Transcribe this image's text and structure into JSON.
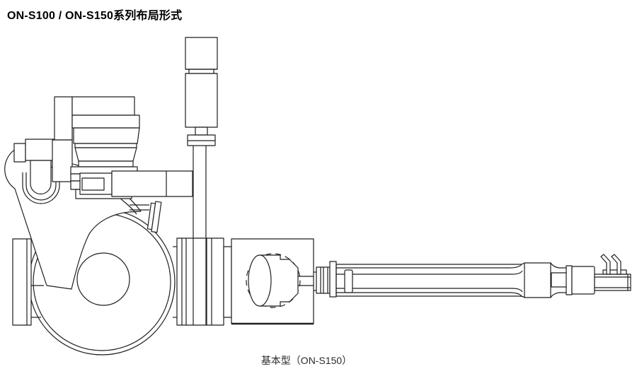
{
  "page": {
    "title": "ON-S100 / ON-S150系列布局形式",
    "caption": "基本型（ON-S150）"
  },
  "diagram": {
    "kind": "technical-line-drawing",
    "ink_color": "#1f1f1f",
    "background_color": "#ffffff",
    "parts": [
      "swing-body-drum",
      "inlet-flange-left",
      "pivot-arm-plate",
      "pivot-pin",
      "drive-unit-stack",
      "coupling-arm",
      "branch-flange",
      "cylinder-unit",
      "support-rod",
      "flange-stack",
      "junction-box",
      "bore-plug",
      "lance-coupler",
      "injection-lance",
      "lance-block",
      "lance-tip",
      "tip-hooks"
    ]
  }
}
